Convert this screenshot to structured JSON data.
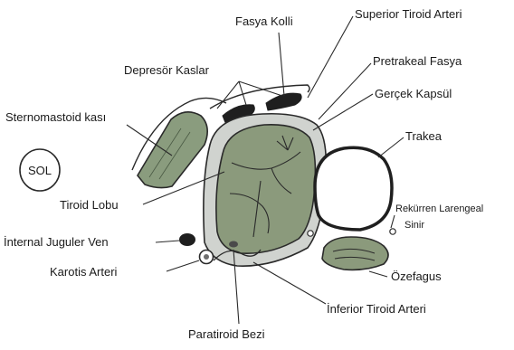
{
  "labels": {
    "fasya_kolli": "Fasya Kolli",
    "superior_tiroid_arteri": "Superior Tiroid Arteri",
    "depresor_kaslar": "Depresör Kaslar",
    "pretrakeal_fasya": "Pretrakeal Fasya",
    "gercek_kapsul": "Gerçek Kapsül",
    "sternomastoid_kasi": "Sternomastoid kası",
    "trakea": "Trakea",
    "sol": "SOL",
    "tiroid_lobu": "Tiroid Lobu",
    "rekurren_line1": "Rekürren Larengeal",
    "rekurren_line2": "Sinir",
    "internal_juguler_ven": "İnternal Juguler Ven",
    "karotis_arteri": "Karotis Arteri",
    "ozefagus": "Özefagus",
    "inferior_tiroid_arteri": "İnferior Tiroid Arteri",
    "paratiroid_bezi": "Paratiroid Bezi"
  },
  "colors": {
    "thyroid_fill": "#8b9a7c",
    "fascia_fill": "#d0d3cf",
    "muscle_fill": "#8a9c7e",
    "dark_muscle": "#1f1f1f",
    "outline": "#2a2a2a"
  }
}
